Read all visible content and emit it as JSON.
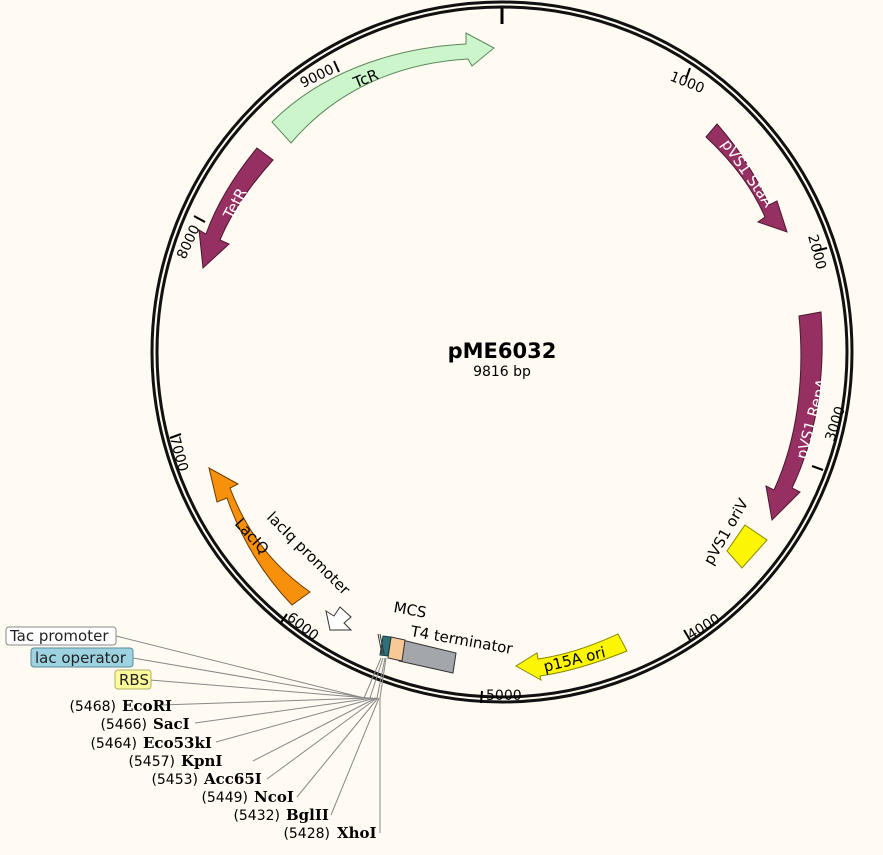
{
  "plasmid": {
    "name": "pME6032",
    "size_label": "9816 bp"
  },
  "ticks": [
    "1000",
    "2000",
    "3000",
    "4000",
    "5000",
    "6000",
    "7000",
    "8000",
    "9000"
  ],
  "features": {
    "tcr": "TcR",
    "tetr": "TetR",
    "pvs1_stas": "pVS1 StaA",
    "pvs1_repa": "pVS1 RepA",
    "pvs1_oriv": "pVS1 oriV",
    "p15a_ori": "p15A ori",
    "t4_terminator": "T4 terminator",
    "mcs": "MCS",
    "laciq_promoter": "lacIq promoter",
    "laciq": "LacIQ"
  },
  "boxed_labels": {
    "tac_promoter": "Tac promoter",
    "lac_operator": "lac operator",
    "rbs": "RBS"
  },
  "sites": [
    {
      "pos": "(5468)",
      "name": "EcoRI"
    },
    {
      "pos": "(5466)",
      "name": "SacI"
    },
    {
      "pos": "(5464)",
      "name": "Eco53kI"
    },
    {
      "pos": "(5457)",
      "name": "KpnI"
    },
    {
      "pos": "(5453)",
      "name": "Acc65I"
    },
    {
      "pos": "(5449)",
      "name": "NcoI"
    },
    {
      "pos": "(5432)",
      "name": "BglII"
    },
    {
      "pos": "(5428)",
      "name": "XhoI"
    }
  ],
  "colors": {
    "purple": "#973062",
    "light_green": "#ccf5cc",
    "orange": "#f7900a",
    "yellow": "#fcf503",
    "gray": "#a3a6aa",
    "peach": "#f8c896",
    "teal": "#2f6f7a",
    "lac_operator_bg": "#9dd2e0",
    "rbs_bg": "#fcfc9c"
  }
}
